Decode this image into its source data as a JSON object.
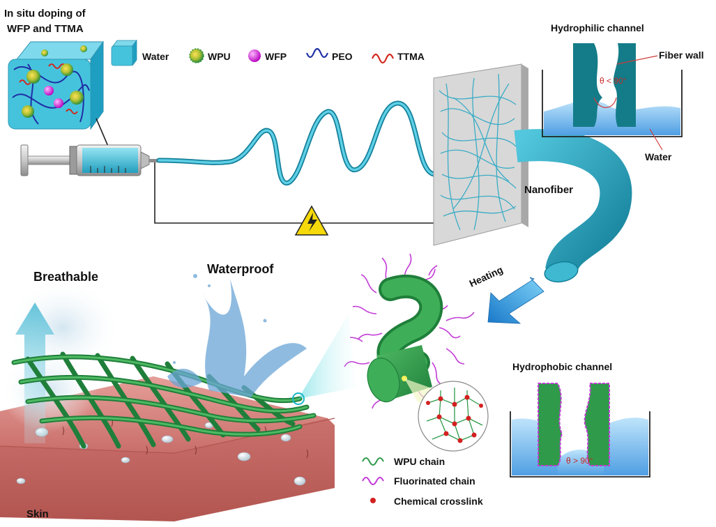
{
  "header": {
    "line1": "In situ doping of",
    "line2": "WFP and TTMA"
  },
  "legend_top": {
    "items": [
      {
        "label": "Water",
        "icon": "water-cube-icon",
        "color": "#29b6cf"
      },
      {
        "label": "WPU",
        "icon": "wpu-particle-icon",
        "color": "#4caf50"
      },
      {
        "label": "WFP",
        "icon": "wfp-sphere-icon",
        "color": "#d11fd6"
      },
      {
        "label": "PEO",
        "icon": "peo-wave-icon",
        "color": "#1e2ea6"
      },
      {
        "label": "TTMA",
        "icon": "ttma-wave-icon",
        "color": "#d1281e"
      }
    ]
  },
  "hydrophilic": {
    "title": "Hydrophilic channel",
    "fiber_wall": "Fiber wall",
    "angle": "θ < 90°",
    "water": "Water"
  },
  "nanofiber_label": "Nanofiber",
  "heating_label": "Heating",
  "breathable_label": "Breathable",
  "waterproof_label": "Waterproof",
  "skin_label": "Skin",
  "hydrophobic": {
    "title": "Hydrophobic channel",
    "angle": "θ > 90°"
  },
  "legend_bottom": {
    "items": [
      {
        "label": "WPU chain",
        "icon": "wpu-chain-icon",
        "color": "#2e9b4a"
      },
      {
        "label": "Fluorinated chain",
        "icon": "fluorinated-chain-icon",
        "color": "#c23bd6"
      },
      {
        "label": "Chemical crosslink",
        "icon": "crosslink-dot-icon",
        "color": "#d32020"
      }
    ]
  }
}
